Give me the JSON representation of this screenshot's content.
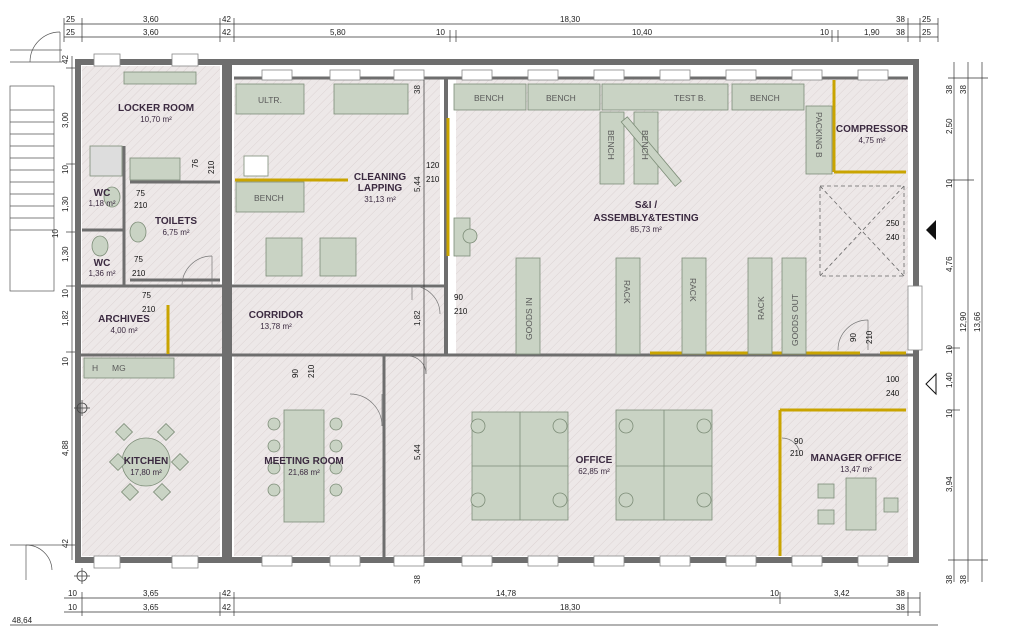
{
  "colors": {
    "wall": "#6e6e6e",
    "floor": "#ebe6e6",
    "furniture_fill": "#c9d3c4",
    "furniture_stroke": "#7d8d78",
    "partition": "#c9a400",
    "dim_line": "#333333"
  },
  "dimensions": {
    "top_row1": [
      "25",
      "3,60",
      "42",
      "18,30",
      "38",
      "25"
    ],
    "top_row2": [
      "25",
      "3,60",
      "42",
      "5,80",
      "10",
      "10,40",
      "10",
      "1,90",
      "38",
      "25"
    ],
    "bottom_row1": [
      "10",
      "3,65",
      "42",
      "14,78",
      "10",
      "3,42",
      "38"
    ],
    "bottom_row2": [
      "10",
      "3,65",
      "42",
      "18,30",
      "38"
    ],
    "overall_width": "48,64",
    "left": [
      "42",
      "3,00",
      "10",
      "1,30",
      "10",
      "1,30",
      "10",
      "1,82",
      "10",
      "4,88",
      "42"
    ],
    "right_inner": [
      "38",
      "2,50",
      "10",
      "4,76",
      "10",
      "1,40",
      "10",
      "3,94",
      "38"
    ],
    "right_outer": [
      "38",
      "12,90",
      "38"
    ],
    "right_total": "13,66",
    "center_vertical": [
      "38",
      "5,44",
      "1,82",
      "5,44",
      "38"
    ]
  },
  "rooms": {
    "locker_room": {
      "name": "LOCKER ROOM",
      "area": "10,70 m²"
    },
    "wc1": {
      "name": "WC",
      "area": "1,18 m²"
    },
    "toilets": {
      "name": "TOILETS",
      "area": "6,75 m²"
    },
    "wc2": {
      "name": "WC",
      "area": "1,36 m²"
    },
    "archives": {
      "name": "ARCHIVES",
      "area": "4,00 m²"
    },
    "corridor": {
      "name": "CORRIDOR",
      "area": "13,78 m²"
    },
    "cleaning": {
      "name_line1": "CLEANING",
      "name_line2": "LAPPING",
      "area": "31,13 m²"
    },
    "assembly": {
      "name_line1": "S&I /",
      "name_line2": "ASSEMBLY&TESTING",
      "area": "85,73 m²"
    },
    "compressor": {
      "name": "COMPRESSOR",
      "area": "4,75 m²"
    },
    "kitchen": {
      "name": "KITCHEN",
      "area": "17,80 m²"
    },
    "meeting": {
      "name": "MEETING ROOM",
      "area": "21,68 m²"
    },
    "office": {
      "name": "OFFICE",
      "area": "62,85 m²"
    },
    "manager": {
      "name": "MANAGER OFFICE",
      "area": "13,47 m²"
    }
  },
  "furniture": {
    "ultr": "ULTR.",
    "bench_cleaning": "BENCH",
    "bench1": "BENCH",
    "bench2": "BENCH",
    "test_b": "TEST B.",
    "bench3": "BENCH",
    "packing_b": "PACKING B",
    "bench_v1": "BENCH",
    "bench_v2": "BENCH",
    "goods_in": "GOODS IN",
    "rack1": "RACK",
    "rack2": "RACK",
    "rack3": "RACK",
    "goods_out": "GOODS OUT",
    "sink_h": "H",
    "sink_mg": "MG"
  },
  "doors": {
    "toilets_door": [
      "76",
      "210"
    ],
    "wc1_door": [
      "75",
      "210"
    ],
    "wc2_door": [
      "75",
      "210"
    ],
    "archives_door": [
      "75",
      "210"
    ],
    "cleaning_door": [
      "120",
      "210"
    ],
    "assembly_door": [
      "90",
      "210"
    ],
    "meeting_door": [
      "90",
      "210"
    ],
    "compressor_door": [
      "90",
      "210"
    ],
    "manager_door": [
      "90",
      "210"
    ],
    "gate_upper": [
      "250",
      "240"
    ],
    "gate_lower": [
      "100",
      "240"
    ]
  }
}
